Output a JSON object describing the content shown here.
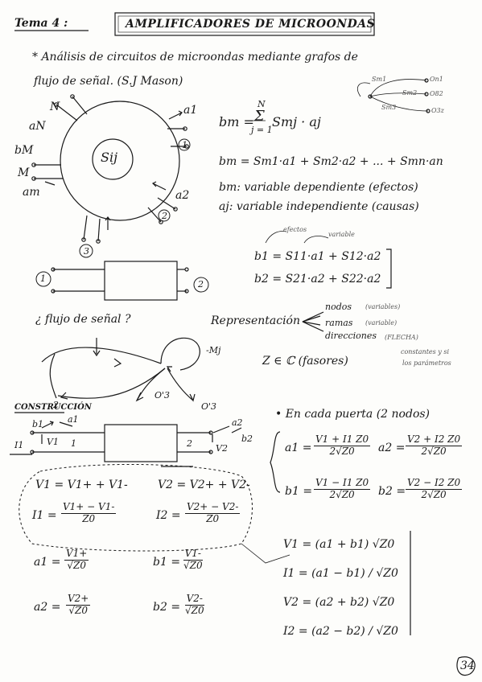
{
  "header": {
    "topic_label": "Tema 4 :",
    "title": "AMPLIFICADORES DE MICROONDAS"
  },
  "intro": {
    "line1": "* Análisis de circuitos de microondas mediante grafos de",
    "line2": "flujo de señal. (S.J Mason)"
  },
  "network": {
    "center": "Sij",
    "port_N": "N",
    "port_aN": "aN",
    "port_bM": "bM",
    "port_M": "M",
    "port_aM": "am",
    "port_a1": "a1",
    "port_1": "1",
    "port_a2": "a2",
    "port_2": "2",
    "port_3": "3"
  },
  "formulas": {
    "sum_lhs": "bm =",
    "sum_top": "N",
    "sum_sigma": "Σ",
    "sum_bottom": "j = 1",
    "sum_rhs": "Smj · aj",
    "expanded": "bm = Sm1·a1 + Sm2·a2 + ... + Smn·an",
    "def_bm": "bm: variable dependiente (efectos)",
    "def_aj": "aj: variable independiente (causas)",
    "note_efectos": "efectos",
    "note_variable": "variable",
    "b1_eq": "b1 = S11·a1 + S12·a2",
    "b2_eq": "b2 = S21·a2 + S22·a2"
  },
  "mini_graph": {
    "n1": "Sm1",
    "n2": "Sm2",
    "n3": "Sm3",
    "o1": "On1",
    "o2": "O82",
    "o3": "O3z"
  },
  "twoport_top": {
    "left": "1",
    "right": "2"
  },
  "flow": {
    "question": "¿ flujo de señal ?",
    "repr": "Representación",
    "nodos": "nodos",
    "nodos_note": "(variables)",
    "ramas": "ramas",
    "ramas_note": "(variable)",
    "direcciones": "direcciones",
    "direcciones_note": "(FLECHA)",
    "constantes_note": "constantes y si",
    "parametros_note": "los parámetros",
    "complex": "Z ∈ ℂ (fasores)"
  },
  "graph": {
    "mj_label": "-Mj",
    "label_2": "2",
    "label_o3a": "O'3",
    "label_o3b": "O'3"
  },
  "section": {
    "heading": "CONSTRUCCIÓN",
    "en_cada": "• En cada puerta (2 nodos)"
  },
  "twoport_bottom": {
    "b1": "b1",
    "a1": "a1",
    "I1": "I1",
    "V1": "V1",
    "p1": "1",
    "a2": "a2",
    "b2": "b2",
    "V2": "V2",
    "p2": "2"
  },
  "eqs_left": {
    "V1": "V1 = V1+ + V1-",
    "V2": "V2 = V2+ + V2-",
    "I1_lhs": "I1 =",
    "I1_num": "V1+ − V1-",
    "I1_den": "Z0",
    "I2_lhs": "I2 =",
    "I2_num": "V2+ − V2-",
    "I2_den": "Z0",
    "a1_lhs": "a1 =",
    "a1_num": "V1+",
    "a1_den": "√Z0",
    "b1_lhs": "b1 =",
    "b1_num": "V1-",
    "b1_den": "√Z0",
    "a2_lhs": "a2 =",
    "a2_num": "V2+",
    "a2_den": "√Z0",
    "b2_lhs": "b2 =",
    "b2_num": "V2-",
    "b2_den": "√Z0"
  },
  "eqs_right": {
    "a1_lhs": "a1 =",
    "a1_num": "V1 + I1 Z0",
    "a1_den": "2√Z0",
    "a2_lhs": "a2 =",
    "a2_num": "V2 + I2 Z0",
    "a2_den": "2√Z0",
    "b1_lhs": "b1 =",
    "b1_num": "V1 − I1 Z0",
    "b1_den": "2√Z0",
    "b2_lhs": "b2 =",
    "b2_num": "V2 − I2 Z0",
    "b2_den": "2√Z0",
    "V1": "V1 = (a1 + b1) √Z0",
    "I1": "I1 = (a1 − b1) / √Z0",
    "V2": "V2 = (a2 + b2) √Z0",
    "I2": "I2 = (a2 − b2) / √Z0"
  },
  "page_number": "34"
}
